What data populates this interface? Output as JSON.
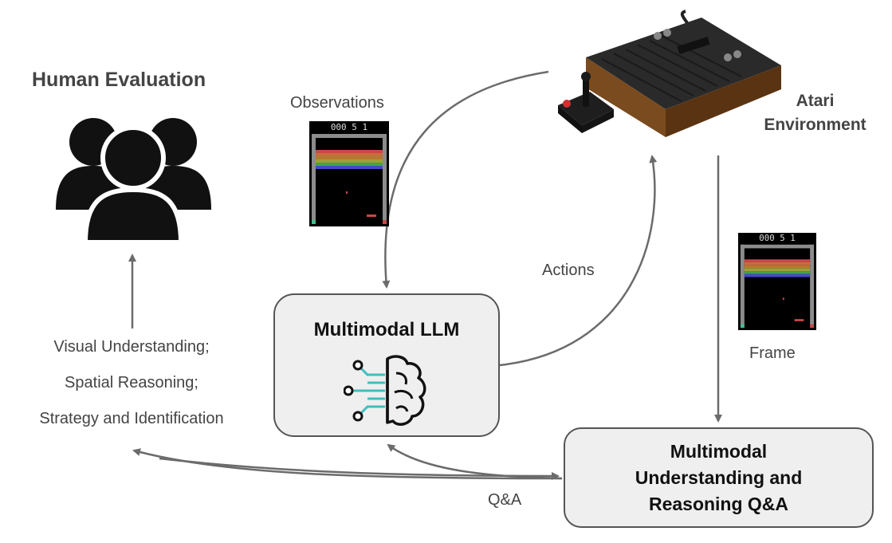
{
  "human_evaluation": {
    "title": "Human Evaluation"
  },
  "observations_label": "Observations",
  "atari": {
    "title_line1": "Atari",
    "title_line2": "Environment"
  },
  "actions_label": "Actions",
  "frame_label": "Frame",
  "qa_label": "Q&A",
  "skills": [
    "Visual Understanding;",
    "Spatial Reasoning;",
    "Strategy and Identification"
  ],
  "llm_box": {
    "title": "Multimodal LLM",
    "icon": "brain-circuit-icon"
  },
  "qa_box": {
    "title_lines": [
      "Multimodal",
      "Understanding and",
      "Reasoning Q&A"
    ]
  },
  "game_screen": {
    "score_text": "000 5 1",
    "icon": "breakout-game-frame"
  },
  "colors": {
    "arrow": "#6b6b6b",
    "box_fill": "#efefef",
    "box_border": "#555555",
    "brain_accent": "#3fbfbf",
    "rainbow": [
      "#c84848",
      "#c86c3c",
      "#b47a30",
      "#a0a034",
      "#48a048",
      "#4848c8"
    ]
  }
}
